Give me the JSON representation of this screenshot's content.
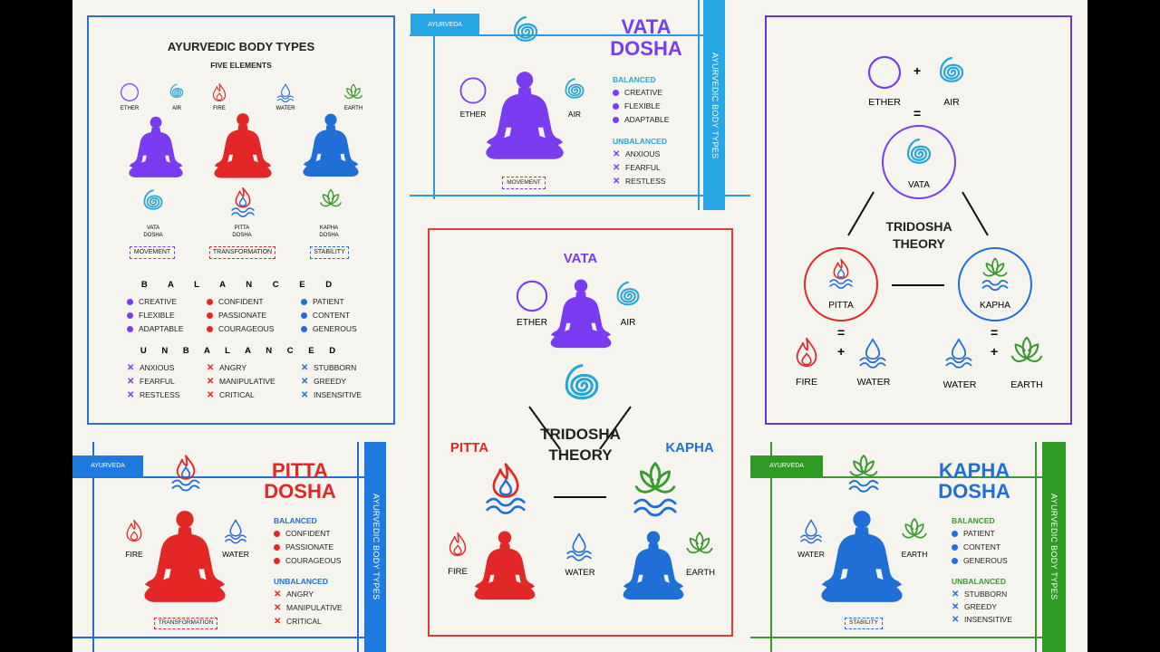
{
  "colors": {
    "vata": "#7a3cf0",
    "pitta": "#e32626",
    "kapha": "#1f6fd6",
    "air": "#27a6d9",
    "earth": "#3a9a2e",
    "purple_frame": "#6a34d6",
    "blue_frame": "#2a9ae6",
    "red_frame": "#e03a3a"
  },
  "panel1": {
    "title": "AYURVEDIC BODY TYPES",
    "subtitle": "FIVE ELEMENTS",
    "elements": [
      "ETHER",
      "AIR",
      "FIRE",
      "WATER",
      "EARTH"
    ],
    "doshas": [
      "VATA DOSHA",
      "PITTA DOSHA",
      "KAPHA DOSHA"
    ],
    "qualities": [
      "MOVEMENT",
      "TRANSFORMATION",
      "STABILITY"
    ],
    "balanced_heading": "B A L A N C E D",
    "unbalanced_heading": "U N B A L A N C E D",
    "balanced": [
      [
        "CREATIVE",
        "FLEXIBLE",
        "ADAPTABLE"
      ],
      [
        "CONFIDENT",
        "PASSIONATE",
        "COURAGEOUS"
      ],
      [
        "PATIENT",
        "CONTENT",
        "GENEROUS"
      ]
    ],
    "unbalanced": [
      [
        "ANXIOUS",
        "FEARFUL",
        "RESTLESS"
      ],
      [
        "ANGRY",
        "MANIPULATIVE",
        "CRITICAL"
      ],
      [
        "STUBBORN",
        "GREEDY",
        "INSENSITIVE"
      ]
    ]
  },
  "vata_card": {
    "tag": "AYURVEDA",
    "title_line1": "VATA",
    "title_line2": "DOSHA",
    "left_element": "ETHER",
    "right_element": "AIR",
    "quality": "MOVEMENT",
    "balanced_label": "BALANCED",
    "balanced": [
      "CREATIVE",
      "FLEXIBLE",
      "ADAPTABLE"
    ],
    "unbalanced_label": "UNBALANCED",
    "unbalanced": [
      "ANXIOUS",
      "FEARFUL",
      "RESTLESS"
    ],
    "side_text": "AYURVEDIC BODY TYPES"
  },
  "pitta_card": {
    "tag": "AYURVEDA",
    "title_line1": "PITTA",
    "title_line2": "DOSHA",
    "left_element": "FIRE",
    "right_element": "WATER",
    "quality": "TRANSFORMATION",
    "balanced_label": "BALANCED",
    "balanced": [
      "CONFIDENT",
      "PASSIONATE",
      "COURAGEOUS"
    ],
    "unbalanced_label": "UNBALANCED",
    "unbalanced": [
      "ANGRY",
      "MANIPULATIVE",
      "CRITICAL"
    ],
    "side_text": "AYURVEDIC BODY TYPES"
  },
  "kapha_card": {
    "tag": "AYURVEDA",
    "title_line1": "KAPHA",
    "title_line2": "DOSHA",
    "left_element": "WATER",
    "right_element": "EARTH",
    "quality": "STABILITY",
    "balanced_label": "BALANCED",
    "balanced": [
      "PATIENT",
      "CONTENT",
      "GENEROUS"
    ],
    "unbalanced_label": "UNBALANCED",
    "unbalanced": [
      "STUBBORN",
      "GREEDY",
      "INSENSITIVE"
    ],
    "side_text": "AYURVEDIC BODY TYPES"
  },
  "center": {
    "vata": "VATA",
    "ether": "ETHER",
    "air": "AIR",
    "pitta": "PITTA",
    "kapha": "KAPHA",
    "theory_line1": "TRIDOSHA",
    "theory_line2": "THEORY",
    "fire": "FIRE",
    "water": "WATER",
    "earth": "EARTH"
  },
  "right": {
    "ether": "ETHER",
    "air": "AIR",
    "eq": "=",
    "plus": "+",
    "vata": "VATA",
    "theory_line1": "TRIDOSHA",
    "theory_line2": "THEORY",
    "pitta": "PITTA",
    "kapha": "KAPHA",
    "fire": "FIRE",
    "water1": "WATER",
    "water2": "WATER",
    "earth": "EARTH"
  }
}
